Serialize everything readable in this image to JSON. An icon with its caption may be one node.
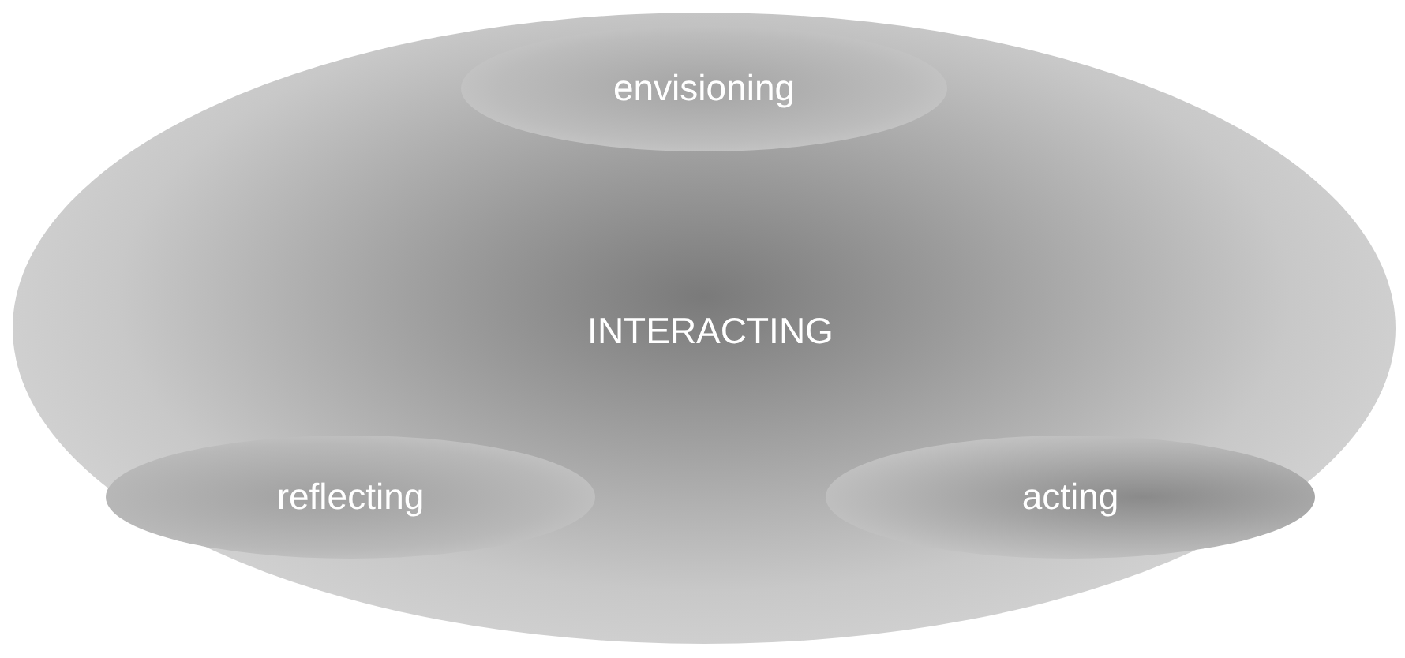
{
  "diagram": {
    "nodes": [
      {
        "text": [
          "INTERACTING"
        ]
      },
      {
        "text": [
          "envisioning"
        ],
        "in": 0
      },
      {
        "text": [
          "reflecting"
        ],
        "in": 0
      },
      {
        "text": [
          "acting"
        ],
        "in": 0
      }
    ]
  }
}
